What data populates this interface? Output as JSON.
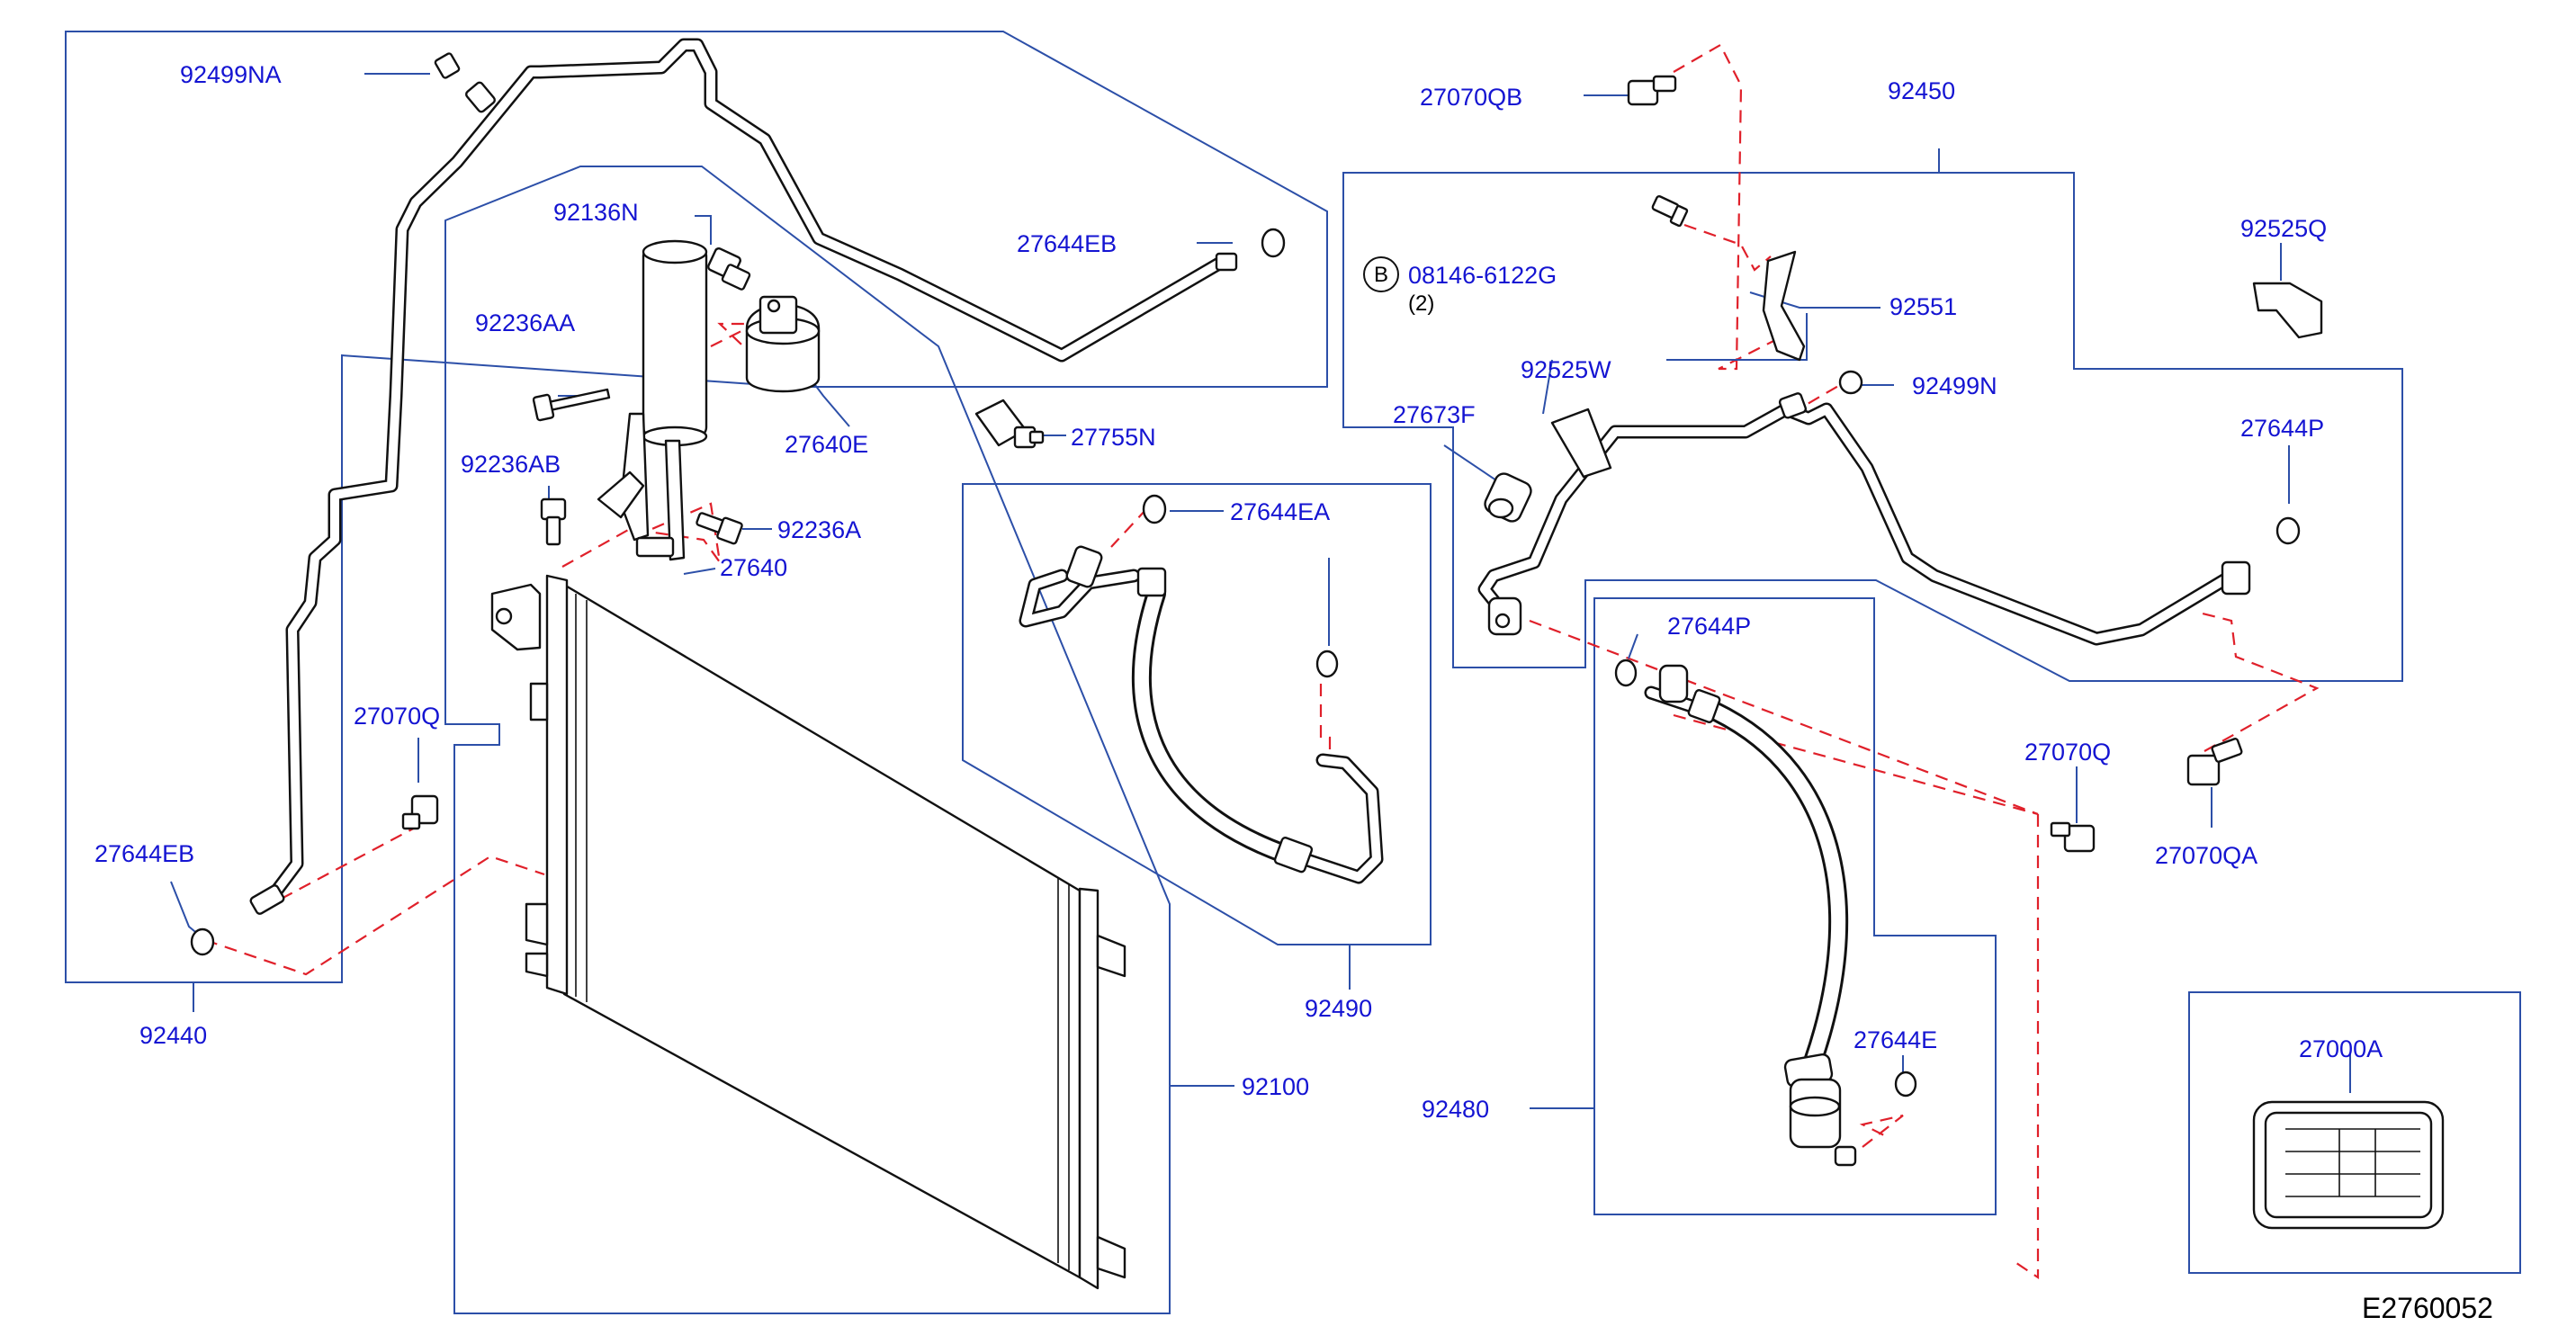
{
  "diagram_id": "E2760052",
  "labels": {
    "l_92499NA": "92499NA",
    "l_92440": "92440",
    "l_27644EB_top": "27644EB",
    "l_27644EB_left": "27644EB",
    "l_27070Q_left": "27070Q",
    "l_92136N": "92136N",
    "l_92236AA": "92236AA",
    "l_92236AB": "92236AB",
    "l_92236A": "92236A",
    "l_27640": "27640",
    "l_27640E": "27640E",
    "l_27755N": "27755N",
    "l_27644EA": "27644EA",
    "l_92490": "92490",
    "l_92100": "92100",
    "l_27070QB": "27070QB",
    "l_92450": "92450",
    "l_92525Q": "92525Q",
    "l_08146": "08146-6122G",
    "l_08146_qty": "(2)",
    "l_bolt_b": "B",
    "l_92551": "92551",
    "l_92525W": "92525W",
    "l_27673F": "27673F",
    "l_92499N": "92499N",
    "l_27644P_right": "27644P",
    "l_27644P_mid": "27644P",
    "l_27070Q_right": "27070Q",
    "l_27070QA": "27070QA",
    "l_27644E": "27644E",
    "l_92480": "92480",
    "l_27000A": "27000A"
  }
}
